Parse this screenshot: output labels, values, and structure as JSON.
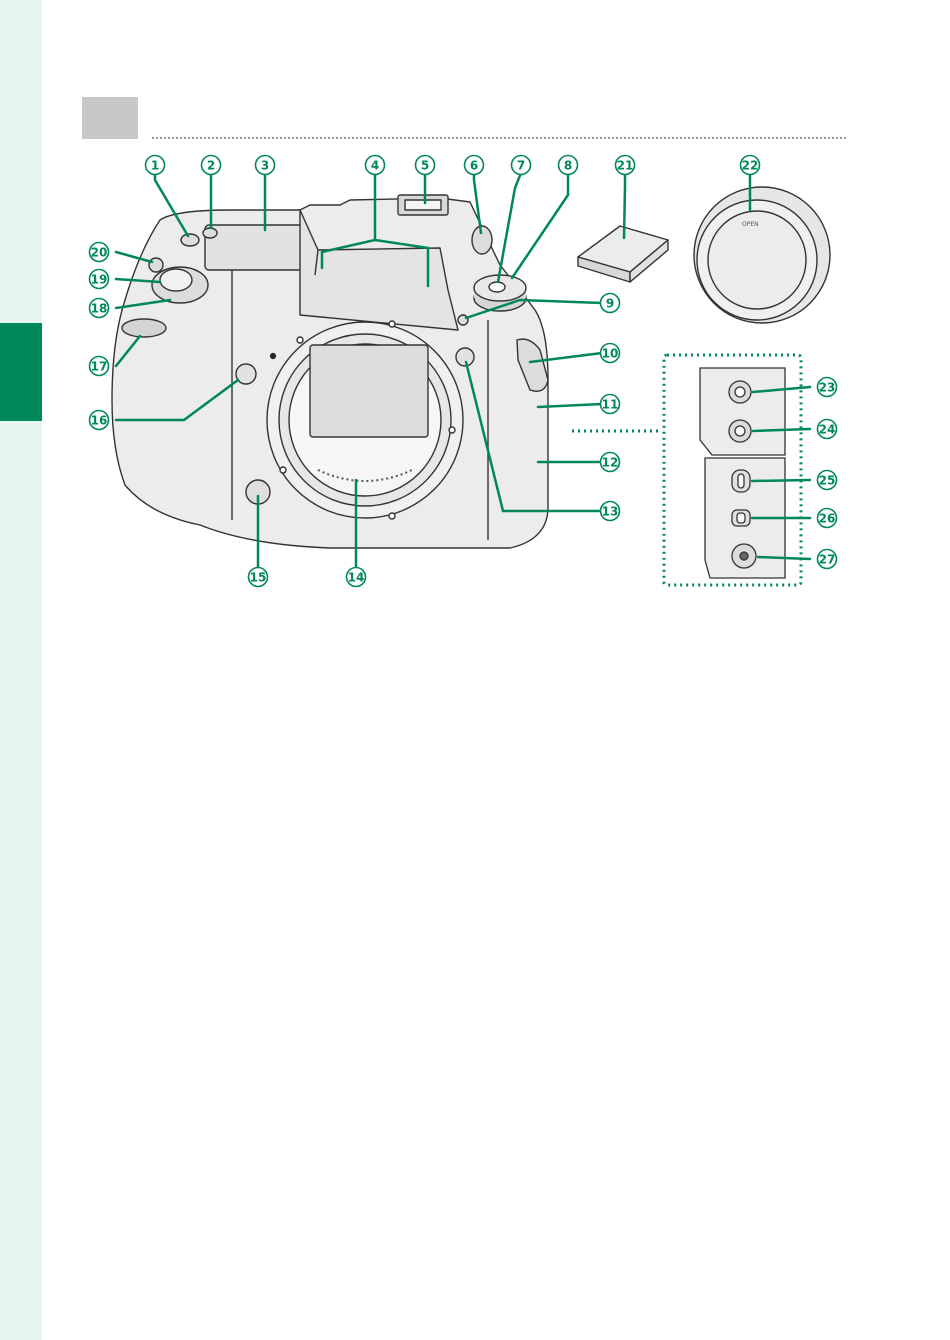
{
  "page": {
    "accent_color": "#00875a",
    "side_strip_color": "#e6f4ee",
    "section_box_color": "#c8c8c8"
  },
  "callouts": [
    {
      "label": "1"
    },
    {
      "label": "2"
    },
    {
      "label": "3"
    },
    {
      "label": "4"
    },
    {
      "label": "5"
    },
    {
      "label": "6"
    },
    {
      "label": "7"
    },
    {
      "label": "8"
    },
    {
      "label": "9"
    },
    {
      "label": "10"
    },
    {
      "label": "11"
    },
    {
      "label": "12"
    },
    {
      "label": "13"
    },
    {
      "label": "14"
    },
    {
      "label": "15"
    },
    {
      "label": "16"
    },
    {
      "label": "17"
    },
    {
      "label": "18"
    },
    {
      "label": "19"
    },
    {
      "label": "20"
    },
    {
      "label": "21"
    },
    {
      "label": "22"
    },
    {
      "label": "23"
    },
    {
      "label": "24"
    },
    {
      "label": "25"
    },
    {
      "label": "26"
    },
    {
      "label": "27"
    }
  ],
  "body_cap": {
    "text": "OPEN"
  }
}
